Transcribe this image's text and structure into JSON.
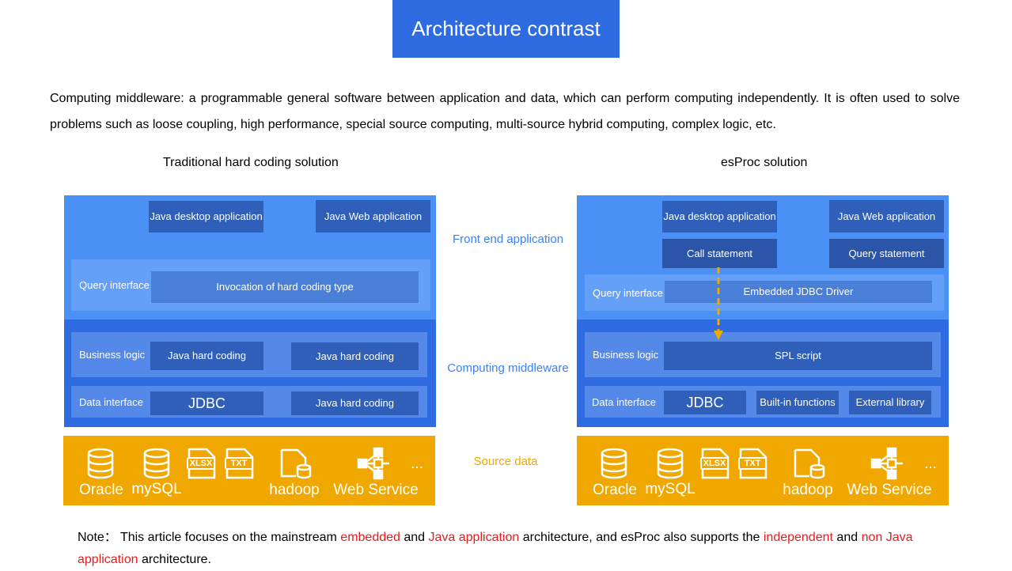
{
  "title": "Architecture contrast",
  "intro": "Computing middleware: a programmable general software between application and data, which can perform computing independently. It is often used to solve problems such as loose coupling, high performance, special source computing, multi-source hybrid computing, complex logic, etc.",
  "left": {
    "heading": "Traditional hard coding solution",
    "desktop_app": "Java  desktop application",
    "web_app": "Java  Web application",
    "query_interface": "Query interface",
    "invocation": "Invocation  of hard coding type",
    "business_logic": "Business logic",
    "bl_box1": "Java  hard coding",
    "bl_box2": "Java  hard coding",
    "data_interface": "Data interface",
    "jdbc": "JDBC",
    "di_box2": "Java  hard coding"
  },
  "right": {
    "heading": "esProc solution",
    "desktop_app": "Java  desktop application",
    "web_app": "Java  Web application",
    "call_statement": "Call statement",
    "query_statement": "Query statement",
    "query_interface": "Query interface",
    "jdbc_driver": "Embedded JDBC Driver",
    "business_logic": "Business logic",
    "spl_script": "SPL script",
    "data_interface": "Data interface",
    "jdbc": "JDBC",
    "builtin": "Built-in functions",
    "external": "External library"
  },
  "middle": {
    "front_end": "Front end application",
    "computing": "Computing middleware",
    "source": "Source data"
  },
  "sources": {
    "oracle": "Oracle",
    "mysql": "mySQL",
    "xlsx": "XLSX",
    "txt": "TXT",
    "hadoop": "hadoop",
    "webservice": "Web Service",
    "more": "..."
  },
  "note": {
    "prefix": "Note：  This article focuses on the mainstream ",
    "embedded": "embedded",
    "and1": " and ",
    "java_app": "Java application",
    "mid": " architecture, and esProc also supports the ",
    "independent": "independent",
    "and2": " and ",
    "non_java": "non Java application",
    "suffix": " architecture."
  },
  "colors": {
    "title_bg": "#2E6BE0",
    "panel_top": "#4A90F5",
    "panel_mid": "#2E6BE0",
    "source_bg": "#F0A800",
    "arrow": "#F0A800",
    "highlight": "#E02020",
    "side_blue": "#3B82F6"
  }
}
